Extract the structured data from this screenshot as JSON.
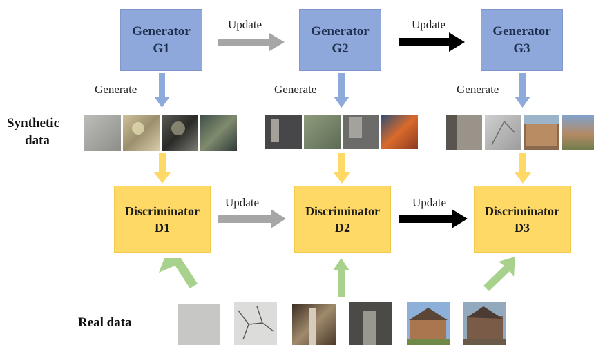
{
  "generators": [
    {
      "title": "Generator",
      "id": "G1"
    },
    {
      "title": "Generator",
      "id": "G2"
    },
    {
      "title": "Generator",
      "id": "G3"
    }
  ],
  "discriminators": [
    {
      "title": "Discriminator",
      "id": "D1"
    },
    {
      "title": "Discriminator",
      "id": "D2"
    },
    {
      "title": "Discriminator",
      "id": "D3"
    }
  ],
  "labels": {
    "update": "Update",
    "generate": "Generate",
    "synthetic_line1": "Synthetic",
    "synthetic_line2": "data",
    "real_data": "Real data"
  },
  "colors": {
    "generator_fill": "#8fa8dc",
    "discriminator_fill": "#ffd966",
    "generate_arrow": "#8eaadb",
    "feed_arrow": "#ffd966",
    "real_arrow": "#a9d18e",
    "update_arrow_first": "#a6a6a6",
    "update_arrow_second": "#000000"
  }
}
